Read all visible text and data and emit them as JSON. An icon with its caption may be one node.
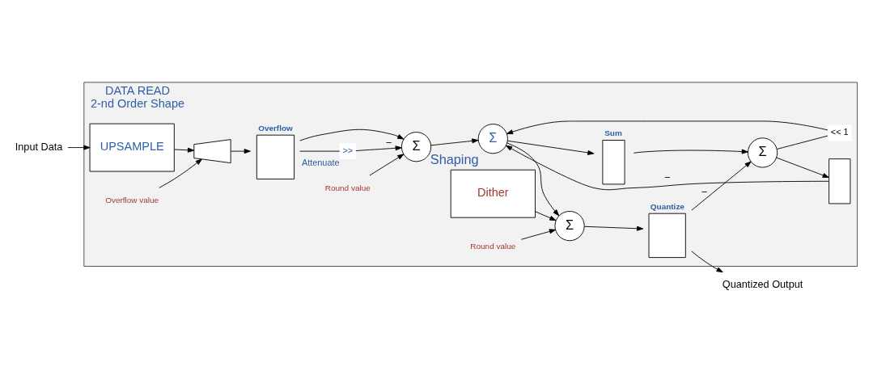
{
  "diagram": {
    "nodes": [
      {
        "text": [
          "DATA READ",
          "2-nd Order Shape"
        ]
      },
      {
        "text": [
          "Input Data"
        ]
      },
      {
        "text": [
          "UPSAMPLE"
        ],
        "in": 0
      },
      {
        "text": [
          "Overflow value"
        ],
        "in": 0
      },
      {
        "text": [],
        "shape": "trapezoid",
        "in": 0
      },
      {
        "text": [
          "Overflow"
        ],
        "in": 0
      },
      {
        "text": [
          ">>"
        ],
        "beside": [
          "Attenuate"
        ],
        "in": 0
      },
      {
        "text": [
          "Σ"
        ],
        "in": 0
      },
      {
        "text": [
          "Round value"
        ],
        "in": 0
      },
      {
        "text": [
          "Σ"
        ],
        "beside": [
          "Shaping"
        ],
        "in": 0
      },
      {
        "text": [
          "Dither"
        ],
        "in": 0
      },
      {
        "text": [
          "Round value"
        ],
        "in": 0
      },
      {
        "text": [
          "Σ"
        ],
        "in": 0
      },
      {
        "text": [
          "Quantize"
        ],
        "in": 0
      },
      {
        "text": [
          "Quantized Output"
        ]
      },
      {
        "text": [
          "Sum"
        ],
        "in": 0
      },
      {
        "text": [
          "Σ"
        ],
        "in": 0
      },
      {
        "text": [
          "<< 1"
        ],
        "in": 0
      },
      {
        "text": [],
        "shape": "box",
        "in": 0
      }
    ],
    "edges": [
      {
        "from": 1,
        "to": 2,
        "arrow": "to"
      },
      {
        "from": 2,
        "to": 4,
        "arrow": "to"
      },
      {
        "from": 3,
        "to": 4,
        "arrow": "to"
      },
      {
        "from": 4,
        "to": 5,
        "arrow": "to"
      },
      {
        "from": 5,
        "to": 7,
        "arrow": "to"
      },
      {
        "from": 5,
        "to": 6,
        "arrow": "none"
      },
      {
        "from": 6,
        "to": 7,
        "arrow": "to",
        "label": "−"
      },
      {
        "from": 8,
        "to": 7,
        "arrow": "to"
      },
      {
        "from": 7,
        "to": 9,
        "arrow": "to"
      },
      {
        "from": 9,
        "to": 12,
        "arrow": "to"
      },
      {
        "from": 9,
        "to": 15,
        "arrow": "to"
      },
      {
        "from": 10,
        "to": 12,
        "arrow": "to"
      },
      {
        "from": 11,
        "to": 12,
        "arrow": "to"
      },
      {
        "from": 12,
        "to": 13,
        "arrow": "to"
      },
      {
        "from": 13,
        "to": 14,
        "arrow": "to"
      },
      {
        "from": 13,
        "to": 16,
        "arrow": "to",
        "label": "−"
      },
      {
        "from": 15,
        "to": 16,
        "arrow": "to"
      },
      {
        "from": 16,
        "to": 17,
        "arrow": "none"
      },
      {
        "from": 17,
        "to": 9,
        "arrow": "to"
      },
      {
        "from": 16,
        "to": 18,
        "arrow": "to"
      },
      {
        "from": 18,
        "to": 9,
        "arrow": "to",
        "label": "−"
      }
    ]
  }
}
